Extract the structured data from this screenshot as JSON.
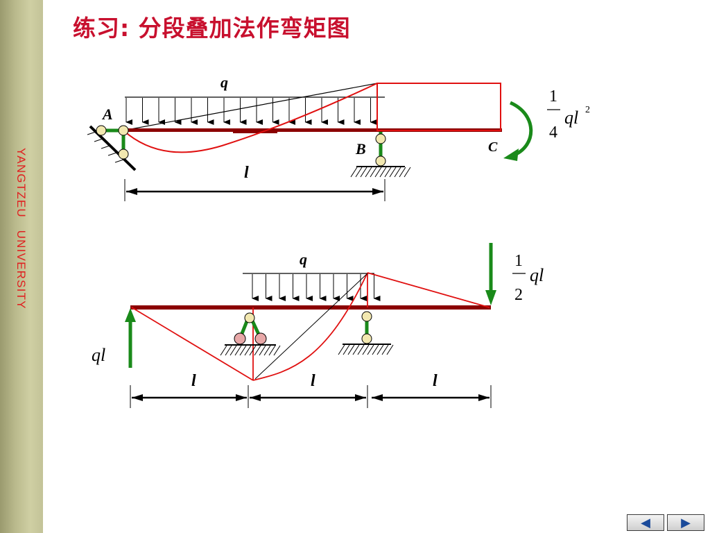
{
  "slide": {
    "title": "练习: 分段叠加法作弯矩图",
    "sidebar_text": "YANGTZEU   UNIVERSITY"
  },
  "diagram1": {
    "load_label": "q",
    "support_a_label": "A",
    "support_b_label": "B",
    "free_end_label": "C",
    "span_label": "l",
    "moment_coeff_num": "1",
    "moment_coeff_den": "4",
    "moment_label": "ql",
    "moment_exp": "2"
  },
  "diagram2": {
    "load_label": "q",
    "reaction_label": "ql",
    "force_coeff_num": "1",
    "force_coeff_den": "2",
    "force_label": "ql",
    "span_labels": [
      "l",
      "l",
      "l"
    ]
  },
  "navigation": {
    "prev_icon": "triangle-left-icon",
    "next_icon": "triangle-right-icon",
    "prev_glyph": "◀",
    "next_glyph": "▶"
  },
  "colors": {
    "title": "#c8102e",
    "beam": "#8b0000",
    "moment_diagram": "#e01010",
    "support_green": "#1a8a1a",
    "load_arrows": "#000000"
  }
}
